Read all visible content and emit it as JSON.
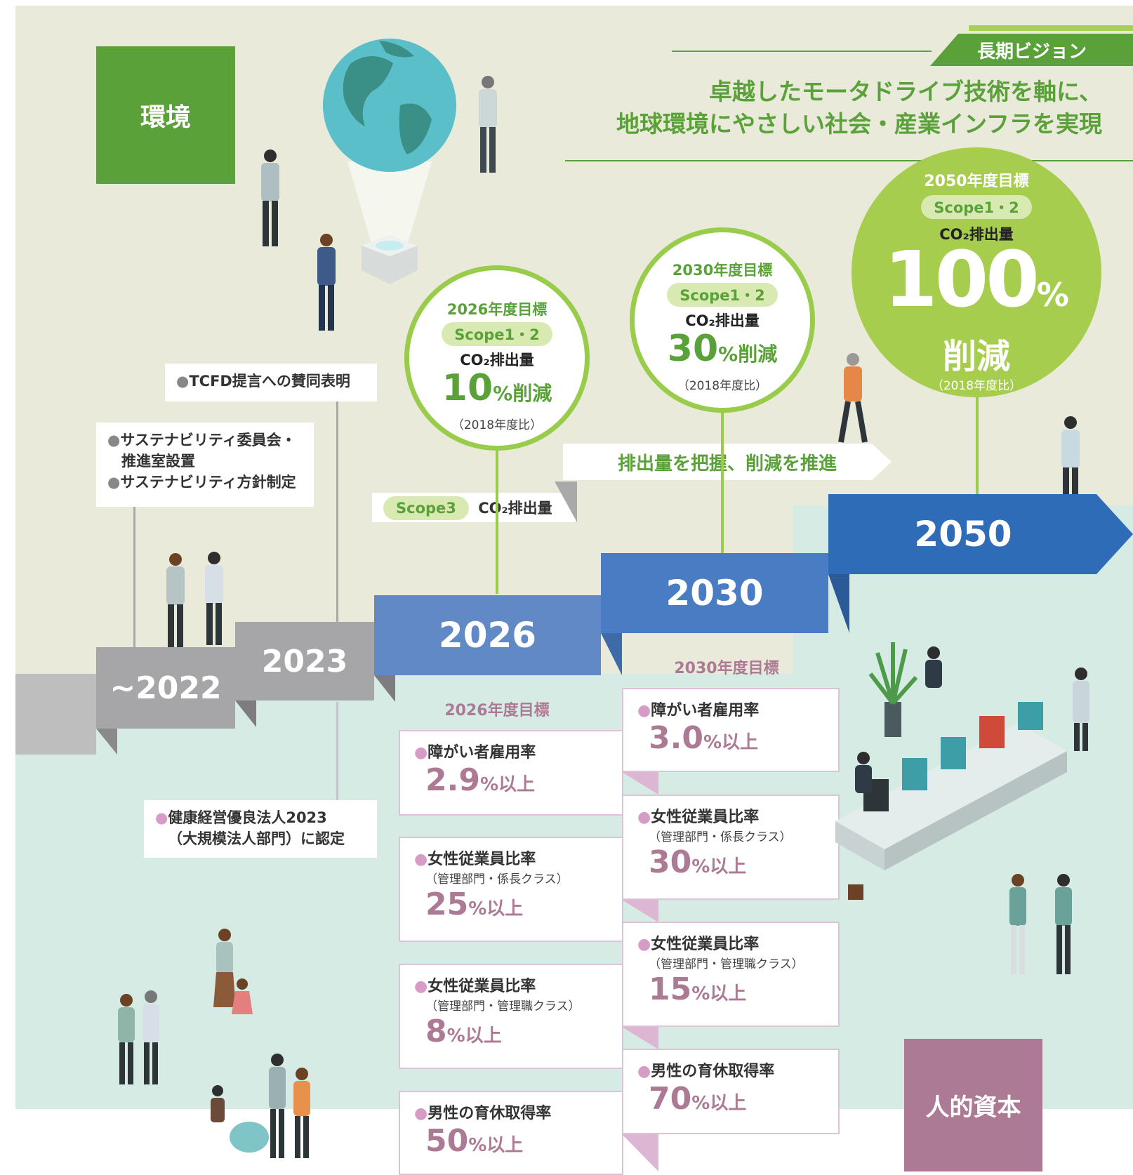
{
  "environment_label": "環境",
  "human_capital_label": "人的資本",
  "vision": {
    "ribbon": "長期ビジョン",
    "line1": "卓越したモータドライブ技術を軸に、",
    "line2": "地球環境にやさしい社会・産業インフラを実現"
  },
  "steps": {
    "s2022": "~2022",
    "s2023": "2023",
    "s2026": "2026",
    "s2030": "2030",
    "s2050": "2050"
  },
  "env_notes": {
    "tcfd": "TCFD提言への賛同表明",
    "sustain1": "サステナビリティ委員会・",
    "sustain1b": "推進室設置",
    "sustain2": "サステナビリティ方針制定",
    "scope3_pill": "Scope3",
    "scope3_text": "CO₂排出量",
    "promote": "排出量を把握、削減を推進"
  },
  "goals": {
    "g2026": {
      "head": "2026年度目標",
      "scope": "Scope1・2",
      "co2": "CO₂排出量",
      "value": "10",
      "unit": "%削減",
      "base": "（2018年度比）"
    },
    "g2030": {
      "head": "2030年度目標",
      "scope": "Scope1・2",
      "co2": "CO₂排出量",
      "value": "30",
      "unit": "%削減",
      "base": "（2018年度比）"
    },
    "g2050": {
      "head": "2050年度目標",
      "scope": "Scope1・2",
      "co2": "CO₂排出量",
      "value": "100",
      "unit": "%",
      "unit2": "削減",
      "base": "（2018年度比）"
    }
  },
  "health_note": {
    "line1": "健康経営優良法人2023",
    "line2": "（大規模法人部門）に認定"
  },
  "hc2026": {
    "head": "2026年度目標",
    "items": [
      {
        "label": "障がい者雇用率",
        "sub": "",
        "value": "2.9",
        "unit": "%以上"
      },
      {
        "label": "女性従業員比率",
        "sub": "（管理部門・係長クラス）",
        "value": "25",
        "unit": "%以上"
      },
      {
        "label": "女性従業員比率",
        "sub": "（管理部門・管理職クラス）",
        "value": "8",
        "unit": "%以上"
      },
      {
        "label": "男性の育休取得率",
        "sub": "",
        "value": "50",
        "unit": "%以上"
      }
    ]
  },
  "hc2030": {
    "head": "2030年度目標",
    "items": [
      {
        "label": "障がい者雇用率",
        "sub": "",
        "value": "3.0",
        "unit": "%以上"
      },
      {
        "label": "女性従業員比率",
        "sub": "（管理部門・係長クラス）",
        "value": "30",
        "unit": "%以上"
      },
      {
        "label": "女性従業員比率",
        "sub": "（管理部門・管理職クラス）",
        "value": "15",
        "unit": "%以上"
      },
      {
        "label": "男性の育休取得率",
        "sub": "",
        "value": "70",
        "unit": "%以上"
      }
    ]
  },
  "colors": {
    "green": "#5aa13a",
    "light_green": "#99cc4a",
    "mauve": "#ad7a95",
    "blue_2026": "#6089c6",
    "blue_2030": "#4a7cc3",
    "blue_2050": "#2f6cb8",
    "gray_step": "#a6a6a8"
  }
}
